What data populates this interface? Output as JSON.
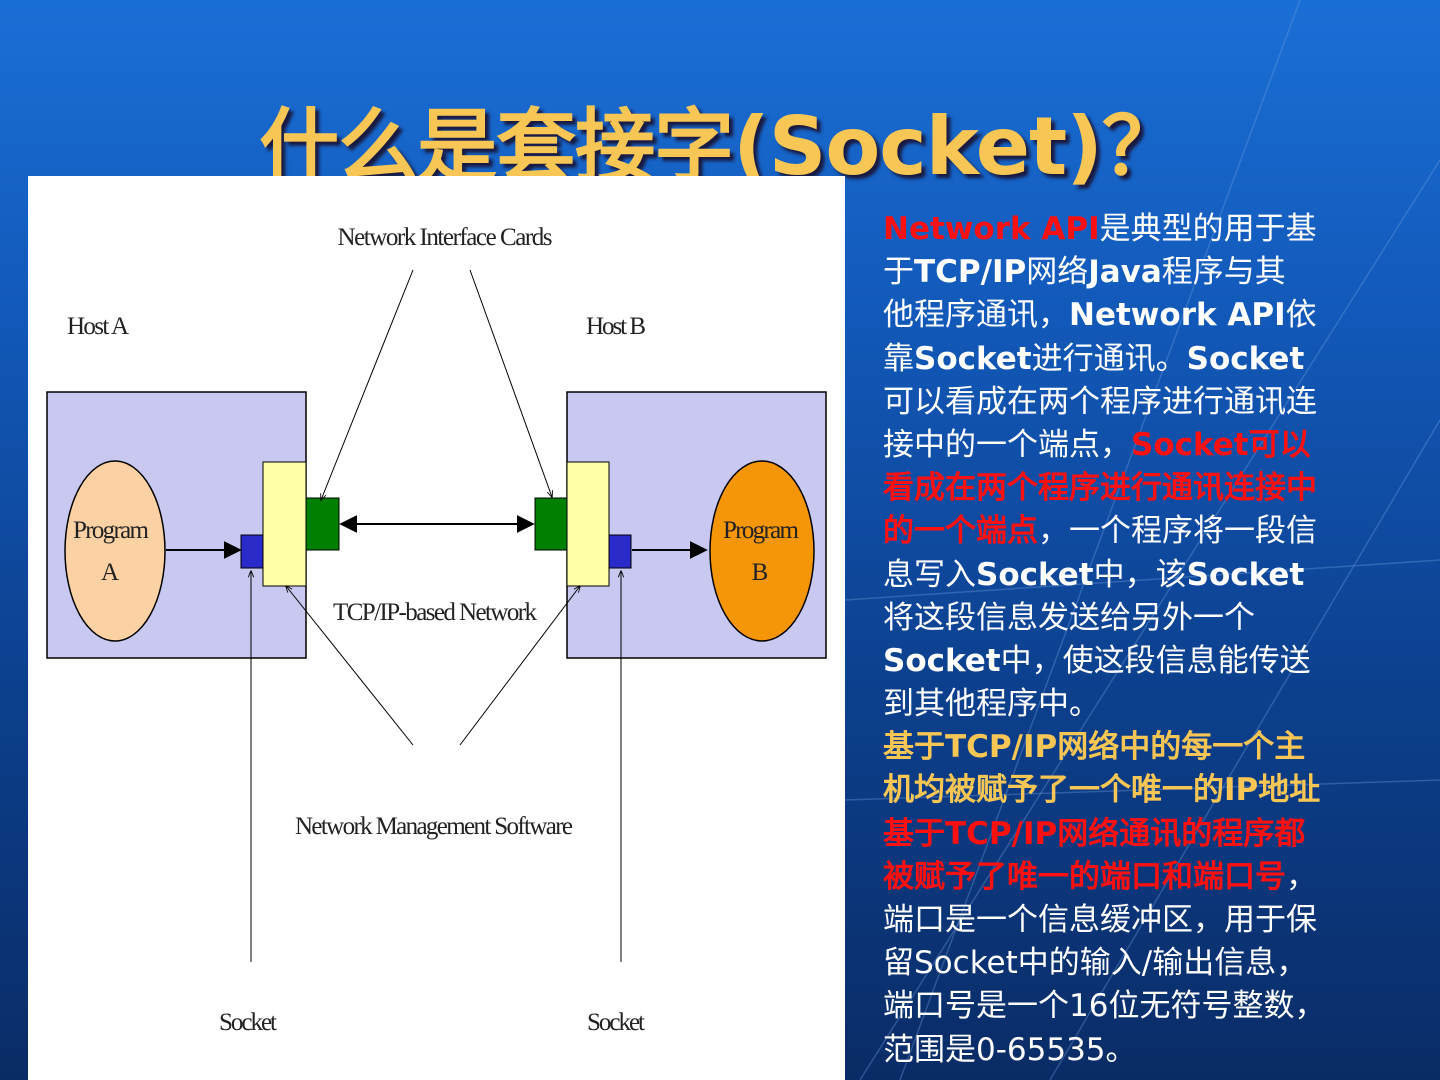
{
  "title": "什么是套接字(Socket)？",
  "diagram": {
    "nic_label": "Network Interface Cards",
    "host_a": "Host A",
    "host_b": "Host B",
    "program_a": [
      "Program",
      "A"
    ],
    "program_b": [
      "Program",
      "B"
    ],
    "network_label": "TCP/IP-based Network",
    "nms_label": "Network Management Software",
    "socket_a": "Socket",
    "socket_b": "Socket",
    "colors": {
      "host": "#c8c8f0",
      "program_a": "#fcd2a4",
      "program_b": "#f59508",
      "nic": "#008000",
      "socket": "#2a2ac8",
      "stack": "#ffffa8"
    }
  },
  "body": {
    "lines": [
      [
        {
          "t": "Network API",
          "s": "red"
        },
        {
          "t": "是典型的用于基",
          "s": "plain"
        }
      ],
      [
        {
          "t": "于",
          "s": "plain"
        },
        {
          "t": "TCP/IP",
          "s": "bold"
        },
        {
          "t": "网络",
          "s": "plain"
        },
        {
          "t": "Java",
          "s": "bold"
        },
        {
          "t": "程序与其",
          "s": "plain"
        }
      ],
      [
        {
          "t": "他程序通讯，",
          "s": "plain"
        },
        {
          "t": "Network API",
          "s": "bold"
        },
        {
          "t": "依",
          "s": "plain"
        }
      ],
      [
        {
          "t": "靠",
          "s": "plain"
        },
        {
          "t": "Socket",
          "s": "bold"
        },
        {
          "t": "进行通讯。",
          "s": "plain"
        },
        {
          "t": "Socket",
          "s": "bold"
        }
      ],
      [
        {
          "t": "可以看成在两个程序进行通讯连",
          "s": "plain"
        }
      ],
      [
        {
          "t": "接中的一个端点，",
          "s": "plain"
        },
        {
          "t": "Socket可以",
          "s": "red"
        }
      ],
      [
        {
          "t": "看成在两个程序进行通讯连接中",
          "s": "red"
        }
      ],
      [
        {
          "t": "的一个端点",
          "s": "red"
        },
        {
          "t": "，一个程序将一段信",
          "s": "plain"
        }
      ],
      [
        {
          "t": "息写入",
          "s": "plain"
        },
        {
          "t": "Socket",
          "s": "bold"
        },
        {
          "t": "中，该",
          "s": "plain"
        },
        {
          "t": "Socket",
          "s": "bold"
        }
      ],
      [
        {
          "t": "将这段信息发送给另外一个",
          "s": "plain"
        }
      ],
      [
        {
          "t": "Socket",
          "s": "bold"
        },
        {
          "t": "中，使这段信息能传送",
          "s": "plain"
        }
      ],
      [
        {
          "t": "到其他程序中。",
          "s": "plain"
        }
      ],
      [
        {
          "t": "基于TCP/IP网络中的每一个主",
          "s": "yellow"
        }
      ],
      [
        {
          "t": "机均被赋予了一个唯一的IP地址",
          "s": "yellow"
        }
      ],
      [
        {
          "t": "基于TCP/IP网络通讯的程序都",
          "s": "red"
        }
      ],
      [
        {
          "t": "被赋予了唯一的端口和端口号",
          "s": "red"
        },
        {
          "t": "，",
          "s": "plain"
        }
      ],
      [
        {
          "t": "端口是一个信息缓冲区，用于保",
          "s": "plain"
        }
      ],
      [
        {
          "t": "留Socket中的输入/输出信息，",
          "s": "plain"
        }
      ],
      [
        {
          "t": "端口号是一个16位无符号整数，",
          "s": "plain"
        }
      ],
      [
        {
          "t": "范围是0-65535。",
          "s": "plain"
        }
      ]
    ]
  }
}
